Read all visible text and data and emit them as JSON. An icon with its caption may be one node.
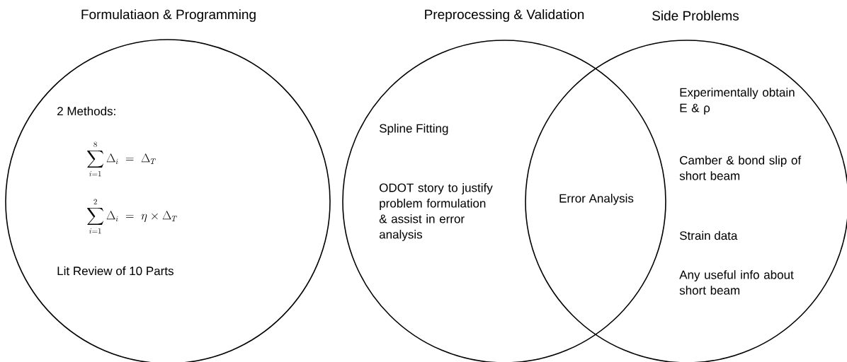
{
  "diagram": {
    "nodes": [
      {
        "text": [
          "Formulatiaon & Programming",
          "2 Methods:",
          "\\sum_{i=1}^{8}\\Delta_i \\;=\\; \\Delta_T",
          "\\sum_{i=1}^{2}\\Delta_i \\;=\\; \\eta\\times\\Delta_T",
          "Lit Review of 10 Parts"
        ]
      },
      {
        "text": [
          "Preprocessing & Validation",
          "Spline Fitting",
          "ODOT story to justify problem formulation & assist in error analysis"
        ]
      },
      {
        "text": [
          "Side Problems",
          "Experimentally obtain E & ρ",
          "Camber & bond slip of short beam",
          "Strain data",
          "Any useful info about short beam"
        ]
      }
    ],
    "labels": [
      "Error Analysis"
    ]
  }
}
